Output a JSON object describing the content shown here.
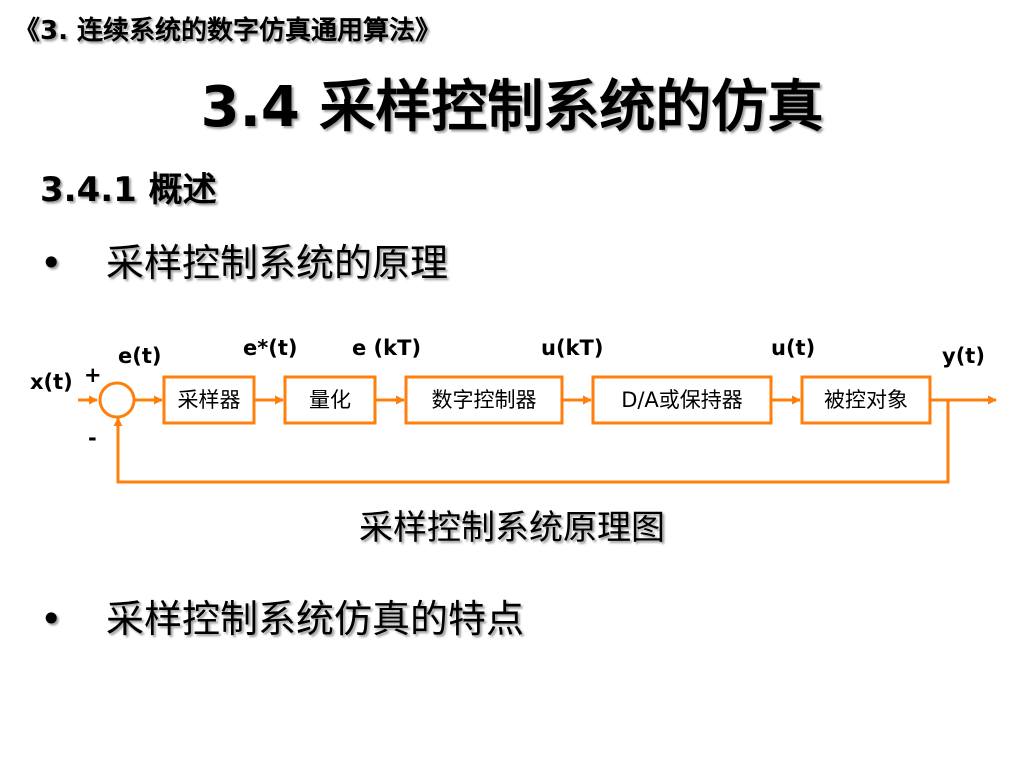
{
  "header": {
    "course": "《3. 连续系统的数字仿真通用算法》",
    "title": "3.4 采样控制系统的仿真",
    "section": "3.4.1 概述"
  },
  "bullets": [
    {
      "marker": "•",
      "text": "采样控制系统的原理"
    },
    {
      "marker": "•",
      "text": "采样控制系统仿真的特点"
    }
  ],
  "diagram": {
    "line_color": "#ff7f0e",
    "signals": {
      "input": "x(t)",
      "plus": "+",
      "minus": "-",
      "error": "e(t)",
      "sampled": "e*(t)",
      "quantized": "e (kT)",
      "control_digital": "u(kT)",
      "control_continuous": "u(t)",
      "output": "y(t)"
    },
    "blocks": [
      {
        "label": "采样器"
      },
      {
        "label": "量化"
      },
      {
        "label": "数字控制器"
      },
      {
        "label": "D/A或保持器"
      },
      {
        "label": "被控对象"
      }
    ],
    "caption": "采样控制系统原理图"
  }
}
